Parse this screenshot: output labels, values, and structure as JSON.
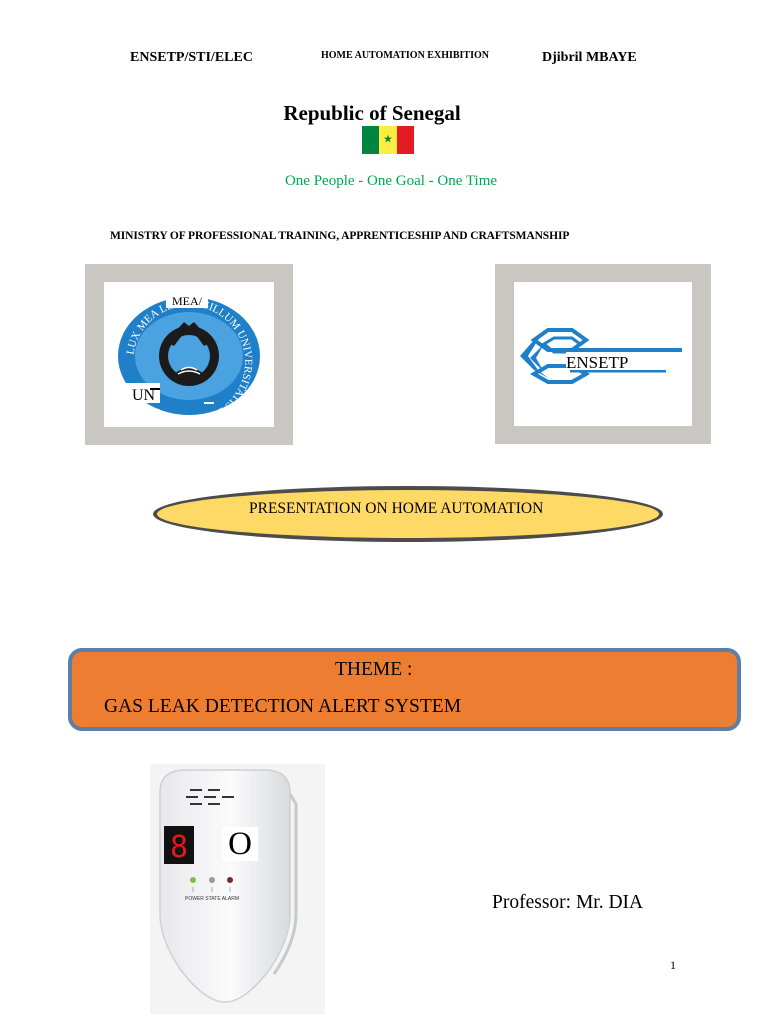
{
  "header": {
    "left": "ENSETP/STI/ELEC",
    "center": "HOME AUTOMATION EXHIBITION",
    "right": "Djibril MBAYE"
  },
  "country": "Republic of Senegal",
  "motto": "One People - One Goal - One Time",
  "ministry": "MINISTRY OF PROFESSIONAL TRAINING, APPRENTICESHIP AND CRAFTSMANSHIP",
  "logos": {
    "left_ring_text": "LUX MEA LEX · SIGILLUM UNIVERSITATIS DAKARENSIS",
    "left_overlay_top": "MEA/",
    "left_overlay_bottom": "UN",
    "right_text": "ENSETP"
  },
  "presentation": "PRESENTATION ON HOME AUTOMATION",
  "theme": {
    "label": "THEME :",
    "title": "GAS LEAK DETECTION ALERT SYSTEM"
  },
  "detector": {
    "display_digit": "8",
    "display_letter": "O",
    "indicator_labels": "POWER STATE ALARM"
  },
  "professor": "Professor: Mr. DIA",
  "page_number": "1",
  "colors": {
    "motto_green": "#00a651",
    "flag_green": "#00853f",
    "flag_yellow": "#fdef42",
    "flag_red": "#e31b23",
    "presentation_fill": "#ffd966",
    "theme_fill": "#ed7d31",
    "theme_border": "#5b7fa6",
    "logo_blue": "#1f7fc9"
  }
}
